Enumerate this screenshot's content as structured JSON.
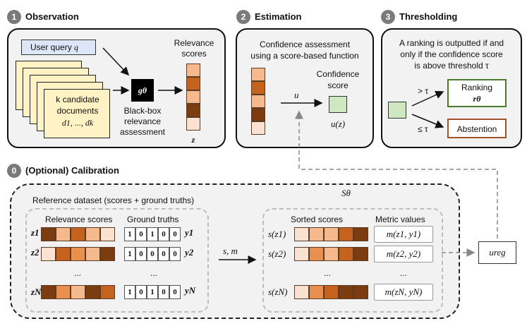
{
  "steps": {
    "observation": {
      "num": "1",
      "title": "Observation"
    },
    "estimation": {
      "num": "2",
      "title": "Estimation"
    },
    "thresholding": {
      "num": "3",
      "title": "Thresholding"
    },
    "calibration": {
      "num": "0",
      "title": "(Optional) Calibration"
    }
  },
  "observation": {
    "user_query": "User query",
    "query_var": "q",
    "doc_lines": [
      "k candidate",
      "documents",
      "d1, ..., dk"
    ],
    "model_label": "gθ",
    "blackbox_lines": [
      "Black-box",
      "relevance",
      "assessment"
    ],
    "relevance_title_lines": [
      "Relevance",
      "scores"
    ],
    "z_label": "z"
  },
  "estimation": {
    "desc_lines": [
      "Confidence assessment",
      "using a score-based function"
    ],
    "u_label": "u",
    "conf_lines": [
      "Confidence",
      "score"
    ],
    "uz_label": "u(z)"
  },
  "thresholding": {
    "desc_lines": [
      "A ranking is outputted if and",
      "only if the confidence score",
      "is above threshold τ"
    ],
    "gt_tau": "> τ",
    "le_tau": "≤ τ",
    "ranking": "Ranking",
    "ranking_var": "rθ",
    "abstention": "Abstention"
  },
  "calibration": {
    "reference_title": "Reference dataset (scores + ground truths)",
    "relevance_header": "Relevance scores",
    "ground_header": "Ground truths",
    "s_theta": "Sθ",
    "sorted_header": "Sorted scores",
    "metric_header": "Metric values",
    "sm_label": "s, m",
    "ureg_label": "ureg",
    "ellipsis": "...",
    "rows": [
      {
        "z": "z1",
        "y": "y1",
        "bits": [
          "1",
          "0",
          "1",
          "0",
          "0"
        ],
        "s": "s(z1)",
        "m": "m(z1, y1)"
      },
      {
        "z": "z2",
        "y": "y2",
        "bits": [
          "1",
          "0",
          "0",
          "0",
          "0"
        ],
        "s": "s(z2)",
        "m": "m(z2, y2)"
      },
      {
        "z": "zN",
        "y": "yN",
        "bits": [
          "1",
          "0",
          "1",
          "0",
          "0"
        ],
        "s": "s(zN)",
        "m": "m(zN, yN)"
      }
    ]
  },
  "colors": {
    "c1": "#fbe1cf",
    "c2": "#f6b98e",
    "c3": "#e9904f",
    "c4": "#c5621d",
    "c5": "#7b3d10",
    "doc_fill": "#fff2c4",
    "query_fill": "#dde6f7",
    "conf_fill": "#cfe8c2",
    "ranking_border": "#4a7a2c",
    "abstention_border": "#a0522d"
  }
}
